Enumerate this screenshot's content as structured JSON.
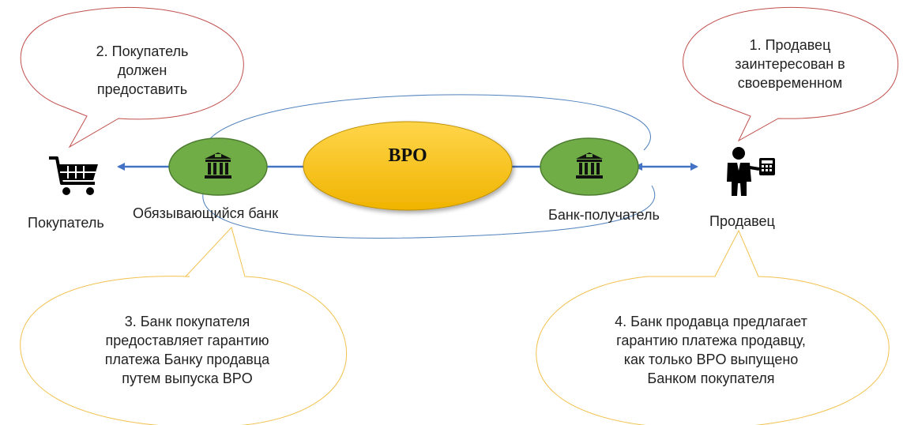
{
  "callouts": {
    "buyer_note": "2. Покупатель\nдолжен\nпредоставить",
    "seller_note": "1. Продавец\nзаинтересован в\nсвоевременном",
    "buyer_bank_note": "3. Банк покупателя\nпредоставляет гарантию\nплатежа Банку продавца\nпутем выпуска BPO",
    "seller_bank_note": "4. Банк продавца предлагает\nгарантию платежа продавцу,\nкак только BPO выпущено\nБанком покупателя"
  },
  "nodes": {
    "buyer": "Покупатель",
    "obligor_bank": "Обязывающийся банк",
    "center": "BPO",
    "recipient_bank": "Банк-получатель",
    "seller": "Продавец"
  },
  "colors": {
    "red_outline": "#c0504d",
    "yellow_outline": "#f2c14e",
    "blue_line": "#4f81bd",
    "arrow_blue": "#4472c4",
    "bank_fill": "#70ad47",
    "bank_stroke": "#4e7d32",
    "center_fill": "#ffc000",
    "center_stroke": "#bf9000"
  },
  "icons": {
    "buyer": "shopping-cart-icon",
    "banks": "bank-building-icon",
    "seller": "businessman-calculator-icon"
  }
}
